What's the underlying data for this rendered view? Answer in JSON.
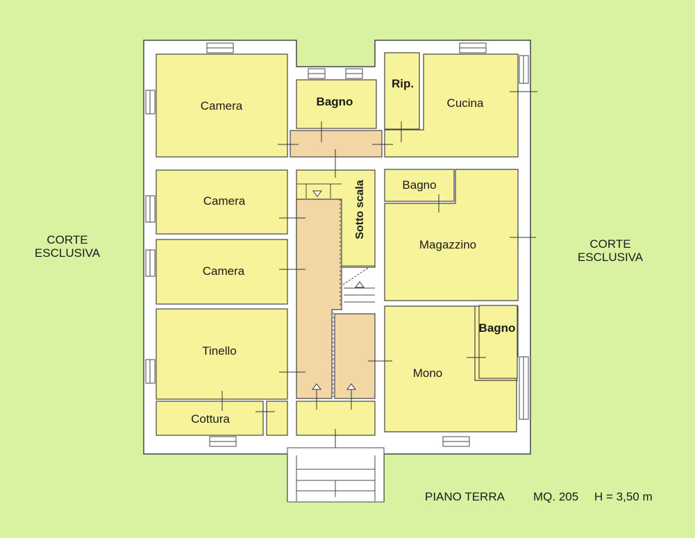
{
  "colors": {
    "background": "#d9f2a1",
    "room": "#f6f39b",
    "corridor": "#f3d6a6",
    "wall": "#ffffff",
    "line": "#333333"
  },
  "rooms": {
    "camera_1": "Camera",
    "bagno_top": "Bagno",
    "rip": "Rip.",
    "cucina": "Cucina",
    "camera_2": "Camera",
    "bagno_right": "Bagno",
    "sotto_scala": "Sotto scala",
    "magazzino": "Magazzino",
    "camera_3": "Camera",
    "tinello": "Tinello",
    "bagno_small": "Bagno",
    "mono": "Mono",
    "cottura": "Cottura"
  },
  "court_left": {
    "line1": "CORTE",
    "line2": "ESCLUSIVA"
  },
  "court_right": {
    "line1": "CORTE",
    "line2": "ESCLUSIVA"
  },
  "caption": {
    "floor": "PIANO TERRA",
    "area": "MQ. 205",
    "height": "H = 3,50 m"
  }
}
